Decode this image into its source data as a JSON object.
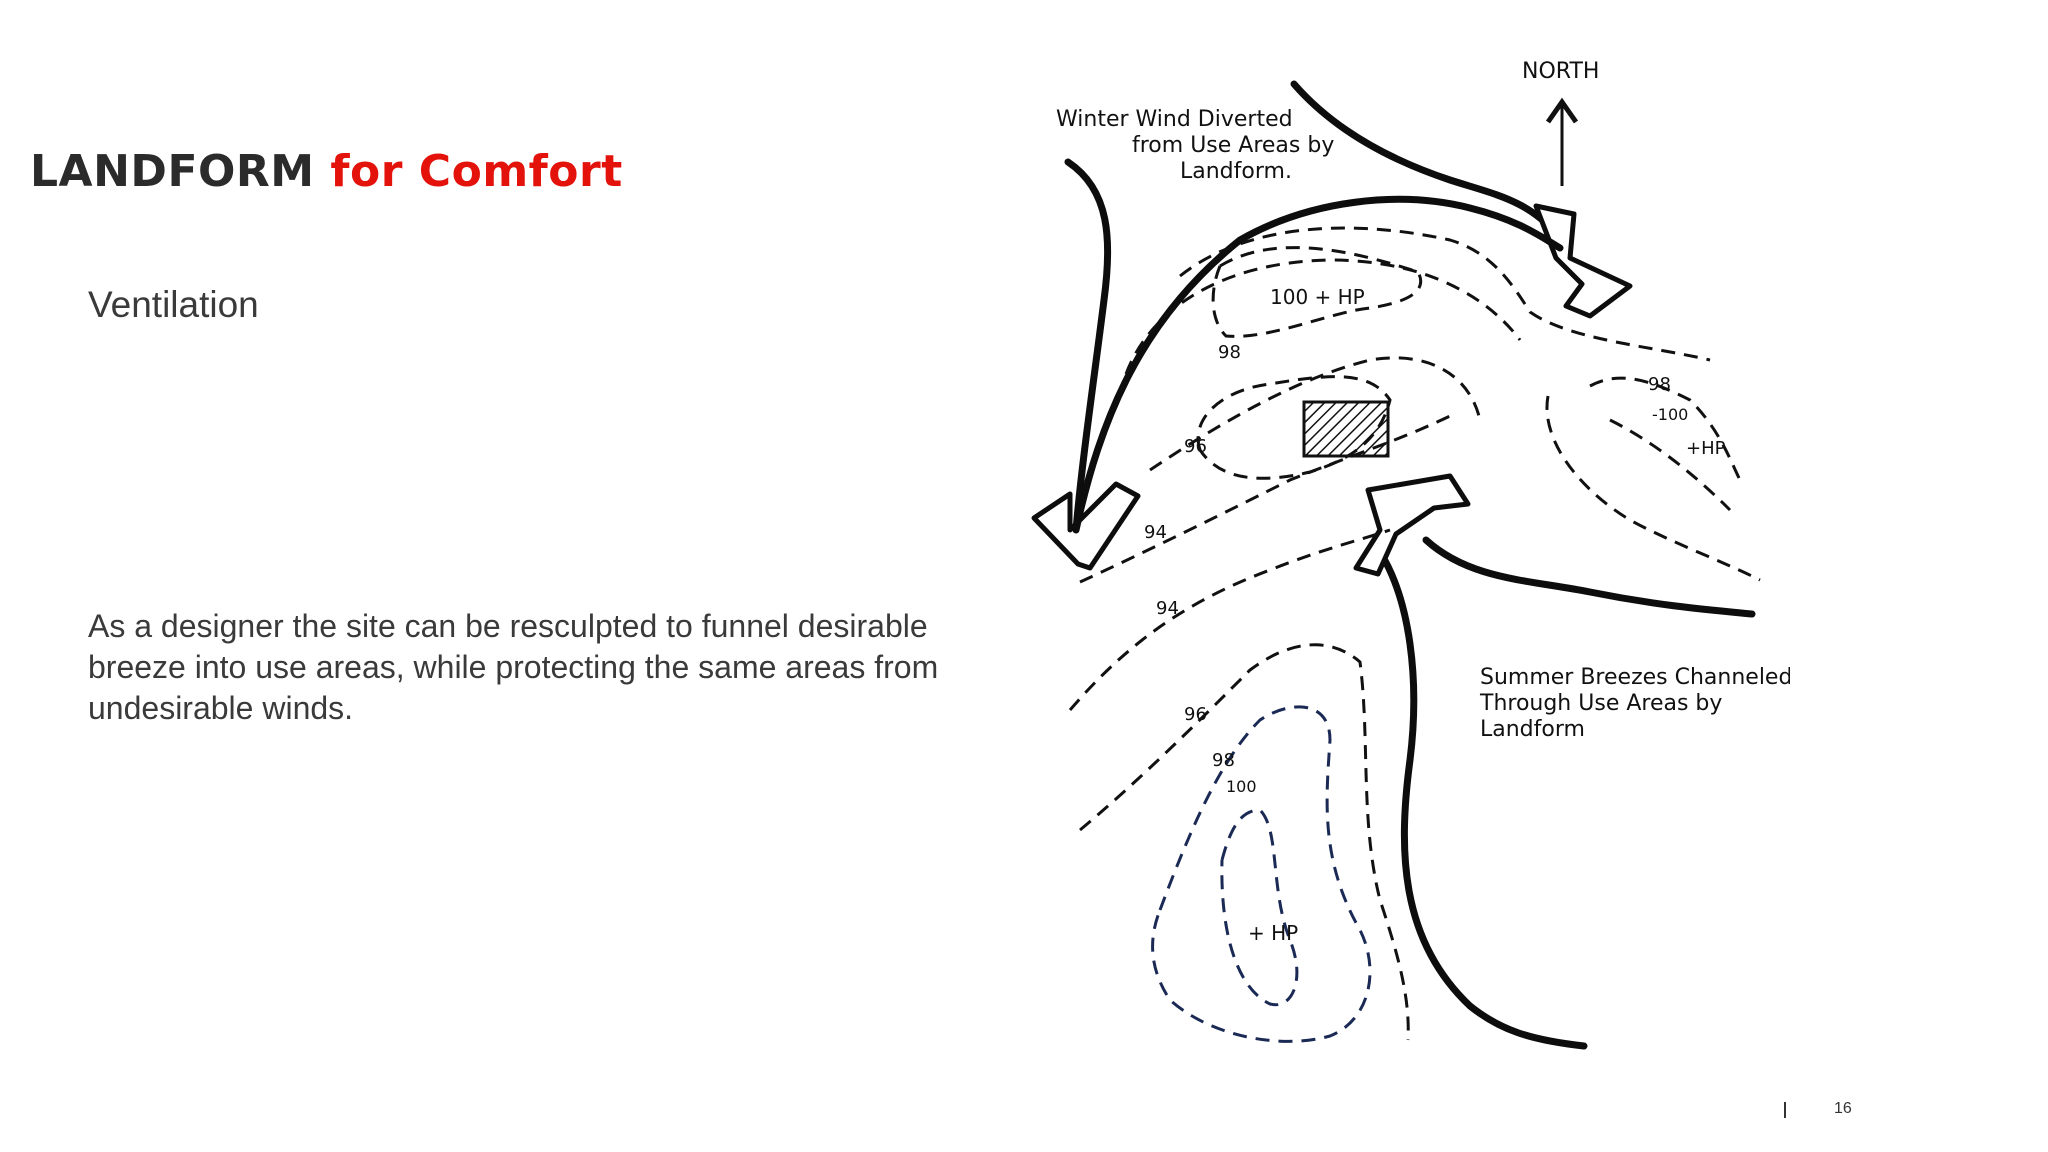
{
  "slide": {
    "title_main": "LANDFORM",
    "title_accent": "for Comfort",
    "subtitle": "Ventilation",
    "body": "As a designer the site can be resculpted to funnel desirable breeze into use areas, while protecting the same areas from undesirable winds.",
    "page_number": "16"
  },
  "diagram": {
    "north_label": "NORTH",
    "winter_label": [
      "Winter Wind Diverted",
      "from Use Areas by",
      "Landform."
    ],
    "summer_label": [
      "Summer Breezes Channeled",
      "Through Use Areas by",
      "Landform"
    ],
    "contour_labels": {
      "hp_top": "100 + HP",
      "c98_top": "98",
      "c96_left": "96",
      "c94_left": "94",
      "c94_mid": "94",
      "c96_bottom": "96",
      "c98_bottom": "98",
      "c100_bottom": "100",
      "hp_bottom": "+ HP",
      "c98_right": "98",
      "c100_right": "-100",
      "hp_right": "+HP"
    }
  },
  "colors": {
    "title": "#2b2b2b",
    "accent": "#e3120b",
    "text": "#3a3a3a"
  }
}
